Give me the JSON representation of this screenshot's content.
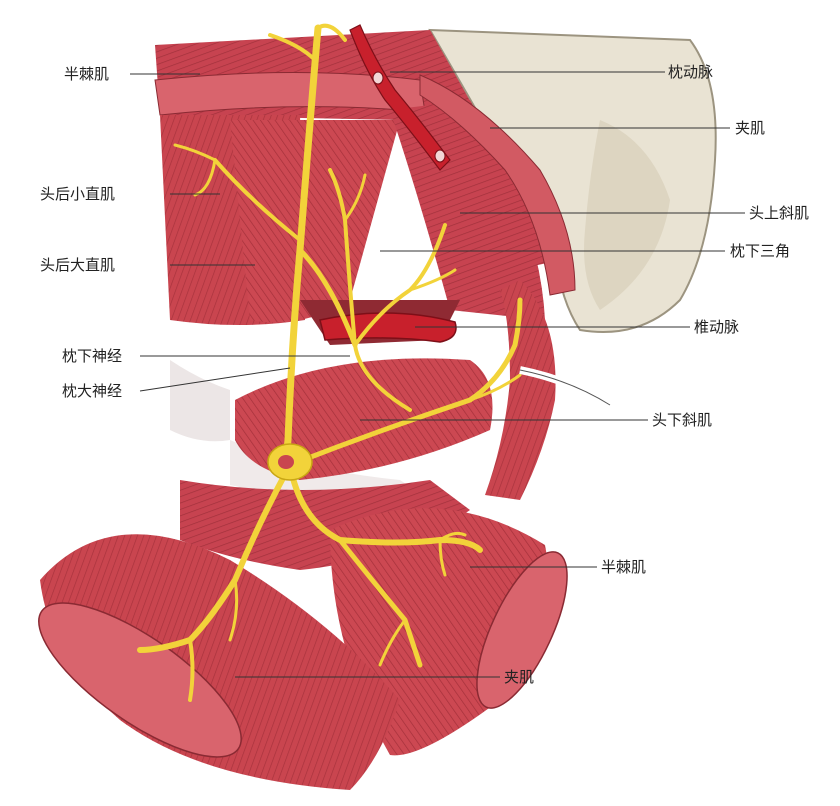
{
  "labels": {
    "banjiji_top": "半棘肌",
    "toufouxiaozhiji": "头后小直肌",
    "toufoudazhiji": "头后大直肌",
    "zhenxiashenjing": "枕下神经",
    "zhendashenjing": "枕大神经",
    "zhendongmai": "枕动脉",
    "jiaji_top": "夹肌",
    "toushangxieji": "头上斜肌",
    "zhenxiasanjiao": "枕下三角",
    "zhuidongmai": "椎动脉",
    "touxiaxieji": "头下斜肌",
    "banjiji_bottom": "半棘肌",
    "jiaji_bottom": "夹肌"
  },
  "colors": {
    "muscle": "#c9454f",
    "muscle_dark": "#9e2f3a",
    "muscle_light": "#de7a80",
    "nerve": "#f2d33a",
    "nerve_edge": "#c9a614",
    "artery": "#c8202c",
    "bone": "#e9e3d3",
    "bone_edge": "#9c9480",
    "fascia": "#ece6e6"
  }
}
